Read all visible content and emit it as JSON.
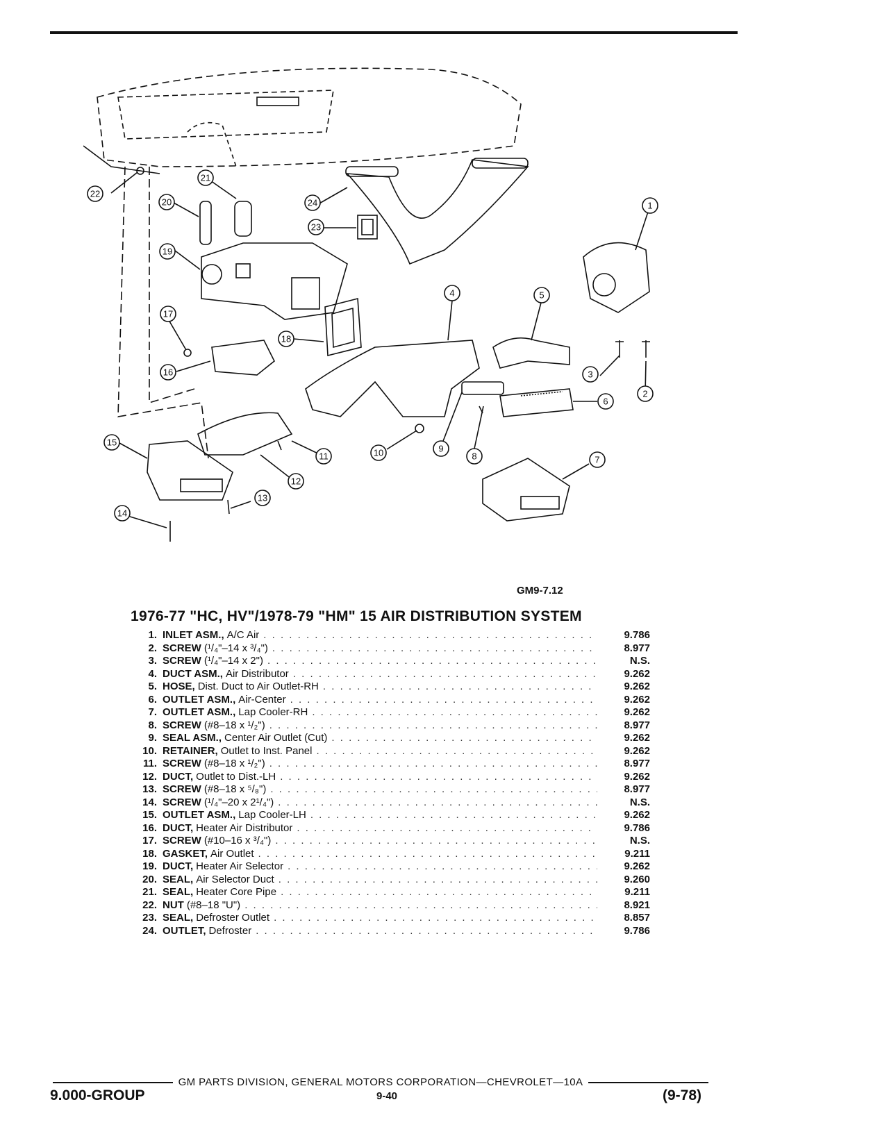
{
  "figure_code": "GM9-7.12",
  "title": "1976-77 \"HC, HV\"/1978-79 \"HM\" 15 AIR DISTRIBUTION SYSTEM",
  "parts": [
    {
      "num": "1.",
      "name": "INLET ASM.,",
      "desc": "A/C Air",
      "group": "9.786"
    },
    {
      "num": "2.",
      "name": "SCREW",
      "desc": "(¹/₄\"–14 x ³/₄\")",
      "group": "8.977"
    },
    {
      "num": "3.",
      "name": "SCREW",
      "desc": "(¹/₄\"–14 x 2\")",
      "group": "N.S."
    },
    {
      "num": "4.",
      "name": "DUCT ASM.,",
      "desc": "Air Distributor",
      "group": "9.262"
    },
    {
      "num": "5.",
      "name": "HOSE,",
      "desc": "Dist. Duct to Air Outlet-RH",
      "group": "9.262"
    },
    {
      "num": "6.",
      "name": "OUTLET ASM.,",
      "desc": "Air-Center",
      "group": "9.262"
    },
    {
      "num": "7.",
      "name": "OUTLET ASM.,",
      "desc": "Lap Cooler-RH",
      "group": "9.262"
    },
    {
      "num": "8.",
      "name": "SCREW",
      "desc": "(#8–18 x ¹/₂\")",
      "group": "8.977"
    },
    {
      "num": "9.",
      "name": "SEAL ASM.,",
      "desc": "Center Air Outlet (Cut)",
      "group": "9.262"
    },
    {
      "num": "10.",
      "name": "RETAINER,",
      "desc": "Outlet to Inst. Panel",
      "group": "9.262"
    },
    {
      "num": "11.",
      "name": "SCREW",
      "desc": "(#8–18 x ¹/₂\")",
      "group": "8.977"
    },
    {
      "num": "12.",
      "name": "DUCT,",
      "desc": "Outlet to Dist.-LH",
      "group": "9.262"
    },
    {
      "num": "13.",
      "name": "SCREW",
      "desc": "(#8–18 x ⁵/₈\")",
      "group": "8.977"
    },
    {
      "num": "14.",
      "name": "SCREW",
      "desc": "(¹/₄\"–20 x 2¹/₄\")",
      "group": "N.S."
    },
    {
      "num": "15.",
      "name": "OUTLET ASM.,",
      "desc": "Lap Cooler-LH",
      "group": "9.262"
    },
    {
      "num": "16.",
      "name": "DUCT,",
      "desc": "Heater Air Distributor",
      "group": "9.786"
    },
    {
      "num": "17.",
      "name": "SCREW",
      "desc": "(#10–16 x ³/₄\")",
      "group": "N.S."
    },
    {
      "num": "18.",
      "name": "GASKET,",
      "desc": "Air Outlet",
      "group": "9.211"
    },
    {
      "num": "19.",
      "name": "DUCT,",
      "desc": "Heater Air Selector",
      "group": "9.262"
    },
    {
      "num": "20.",
      "name": "SEAL,",
      "desc": "Air Selector Duct",
      "group": "9.260"
    },
    {
      "num": "21.",
      "name": "SEAL,",
      "desc": "Heater Core Pipe",
      "group": "9.211"
    },
    {
      "num": "22.",
      "name": "NUT",
      "desc": "(#8–18 \"U\")",
      "group": "8.921"
    },
    {
      "num": "23.",
      "name": "SEAL,",
      "desc": "Defroster Outlet",
      "group": "8.857"
    },
    {
      "num": "24.",
      "name": "OUTLET,",
      "desc": "Defroster",
      "group": "9.786"
    }
  ],
  "callouts": [
    "1",
    "2",
    "3",
    "4",
    "5",
    "6",
    "7",
    "8",
    "9",
    "10",
    "11",
    "12",
    "13",
    "14",
    "15",
    "16",
    "17",
    "18",
    "19",
    "20",
    "21",
    "22",
    "23",
    "24"
  ],
  "footer": {
    "corporation": "GM PARTS DIVISION, GENERAL MOTORS CORPORATION—CHEVROLET—10A",
    "group": "9.000-GROUP",
    "page": "9-40",
    "date": "(9-78)"
  }
}
